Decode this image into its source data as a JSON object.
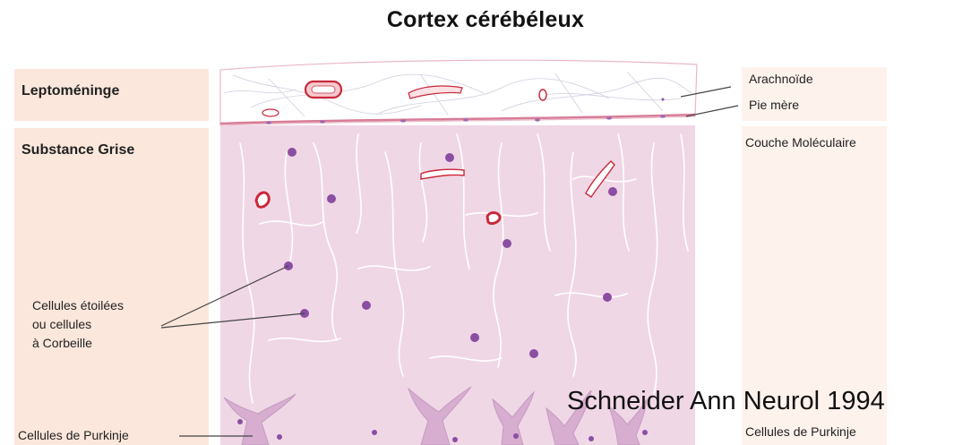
{
  "title": "Cortex cérébéleux",
  "left": {
    "leptomeninge": "Leptoméninge",
    "substance_grise": "Substance Grise",
    "cells_label": [
      "Cellules étoilées",
      "ou cellules",
      "à Corbeille"
    ],
    "purkinje": "Cellules de Purkinje"
  },
  "right": {
    "arachnoide": "Arachnoïde",
    "pie_mere": "Pie mère",
    "couche_moleculaire": "Couche Moléculaire",
    "purkinje": "Cellules de Purkinje"
  },
  "citation": "Schneider Ann Neurol 1994",
  "colors": {
    "left_panel": "#fbe7dc",
    "right_panel": "#fdf2ec",
    "tissue": "#f0d7e6",
    "nucleus": "#8a4ea2",
    "vessel_wall": "#c9283a",
    "meninge_line": "#d87c98"
  }
}
